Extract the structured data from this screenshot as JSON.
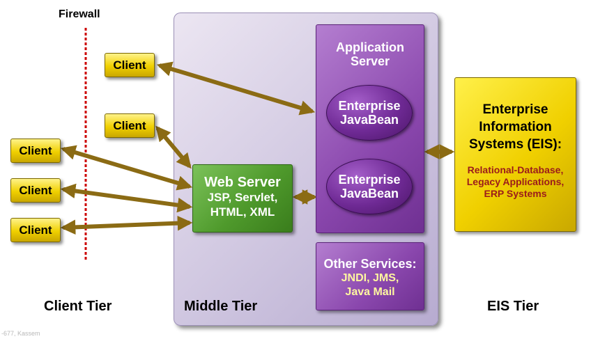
{
  "firewall": {
    "label": "Firewall"
  },
  "tiers": {
    "client": "Client Tier",
    "middle": "Middle Tier",
    "eis": "EIS Tier"
  },
  "clients": [
    "Client",
    "Client",
    "Client",
    "Client",
    "Client"
  ],
  "web_server": {
    "title": "Web Server",
    "tech_line1": "JSP, Servlet,",
    "tech_line2": "HTML, XML"
  },
  "app_server": {
    "title_line1": "Application",
    "title_line2": "Server",
    "ejb1_line1": "Enterprise",
    "ejb1_line2": "JavaBean",
    "ejb2_line1": "Enterprise",
    "ejb2_line2": "JavaBean"
  },
  "other_services": {
    "title": "Other Services:",
    "line1": "JNDI, JMS,",
    "line2": "Java Mail"
  },
  "eis": {
    "title_line1": "Enterprise",
    "title_line2": "Information",
    "title_line3": "Systems (EIS):",
    "sub_line1": "Relational-Database,",
    "sub_line2": "Legacy Applications,",
    "sub_line3": "ERP Systems"
  },
  "footer": "-677, Kassem",
  "colors": {
    "arrow": "#8b6b14",
    "firewall": "#cc0000",
    "client_fill": "#f0d000",
    "web_server_fill": "#4f9a2c",
    "app_server_fill": "#8a47ad",
    "eis_fill": "#f0d000",
    "eis_sub_text": "#9b1b1b"
  }
}
